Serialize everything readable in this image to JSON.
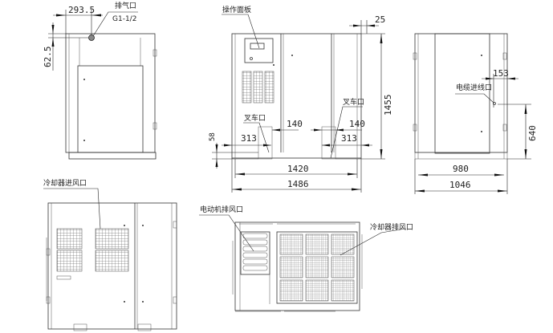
{
  "labels": {
    "exhaust_port": "排气口",
    "exhaust_thread": "G1-1/2",
    "control_panel": "操作面板",
    "forklift_left": "叉车口",
    "forklift_right": "叉车口",
    "cable_inlet": "电缆进线口",
    "cooler_air_inlet": "冷却器进风口",
    "motor_air_outlet": "电动机排风口",
    "cooler_air_outlet": "冷却器排风口"
  },
  "dimensions": {
    "exhaust_x": "293.5",
    "exhaust_y": "62.5",
    "top_offset": "25",
    "height": "1455",
    "fork_height": "58",
    "fork_left_313": "313",
    "fork_left_140": "140",
    "fork_right_140": "140",
    "fork_right_313": "313",
    "inner_length": "1420",
    "overall_length": "1486",
    "cable_x": "153",
    "cable_height": "640",
    "inner_width": "980",
    "overall_width": "1046"
  }
}
